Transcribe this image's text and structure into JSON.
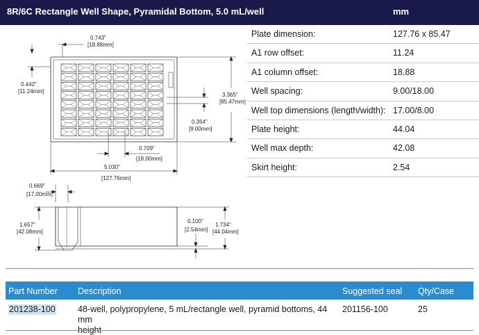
{
  "header": {
    "title": "8R/6C Rectangle Well Shape, Pyramidal Bottom, 5.0 mL/well",
    "unit": "mm"
  },
  "specs": [
    {
      "label": "Plate dimension:",
      "value": "127.76 x 85.47"
    },
    {
      "label": "A1 row offset:",
      "value": "11.24"
    },
    {
      "label": "A1 column offset:",
      "value": "18.88"
    },
    {
      "label": "Well spacing:",
      "value": "9.00/18.00"
    },
    {
      "label": "Well top dimensions (length/width):",
      "value": "17.00/8.00"
    },
    {
      "label": "Plate height:",
      "value": "44.04"
    },
    {
      "label": "Well max depth:",
      "value": "42.08"
    },
    {
      "label": "Skirt height:",
      "value": "2.54"
    }
  ],
  "drawing": {
    "top_view": {
      "col_offset_in": "0.743\"",
      "col_offset_mm": "[18.88mm]",
      "row_offset_in": "0.442\"",
      "row_offset_mm": "[11.24mm]",
      "height_in": "3.365\"",
      "height_mm": "[85.47mm]",
      "row_spacing_in": "0.354\"",
      "row_spacing_mm": "[9.00mm]",
      "col_spacing_in": "0.709\"",
      "col_spacing_mm": "[18.00mm]",
      "width_in": "5.030\"",
      "width_mm": "[127.76mm]",
      "rows": 8,
      "cols": 6
    },
    "side_view": {
      "well_length_in": "0.669\"",
      "well_length_mm": "[17.00mm]",
      "depth_in": "1.657\"",
      "depth_mm": "[42.08mm]",
      "skirt_in": "0.100\"",
      "skirt_mm": "[2.54mm]",
      "plate_height_in": "1.734\"",
      "plate_height_mm": "[44.04mm]"
    }
  },
  "table": {
    "headers": {
      "part_number": "Part Number",
      "description": "Description",
      "seal": "Suggested seal",
      "qty": "Qty/Case"
    },
    "rows": [
      {
        "part_number": "201238-100",
        "description_line1": "48-well, polypropylene, 5 mL/rectangle well, pyramid bottoms, 44 mm",
        "description_line2": "height",
        "seal": "201156-100",
        "qty": "25"
      }
    ]
  },
  "colors": {
    "header_bg": "#1a1a4a",
    "table_header_bg": "#2a8ccf",
    "highlight": "#cfe3f5"
  }
}
